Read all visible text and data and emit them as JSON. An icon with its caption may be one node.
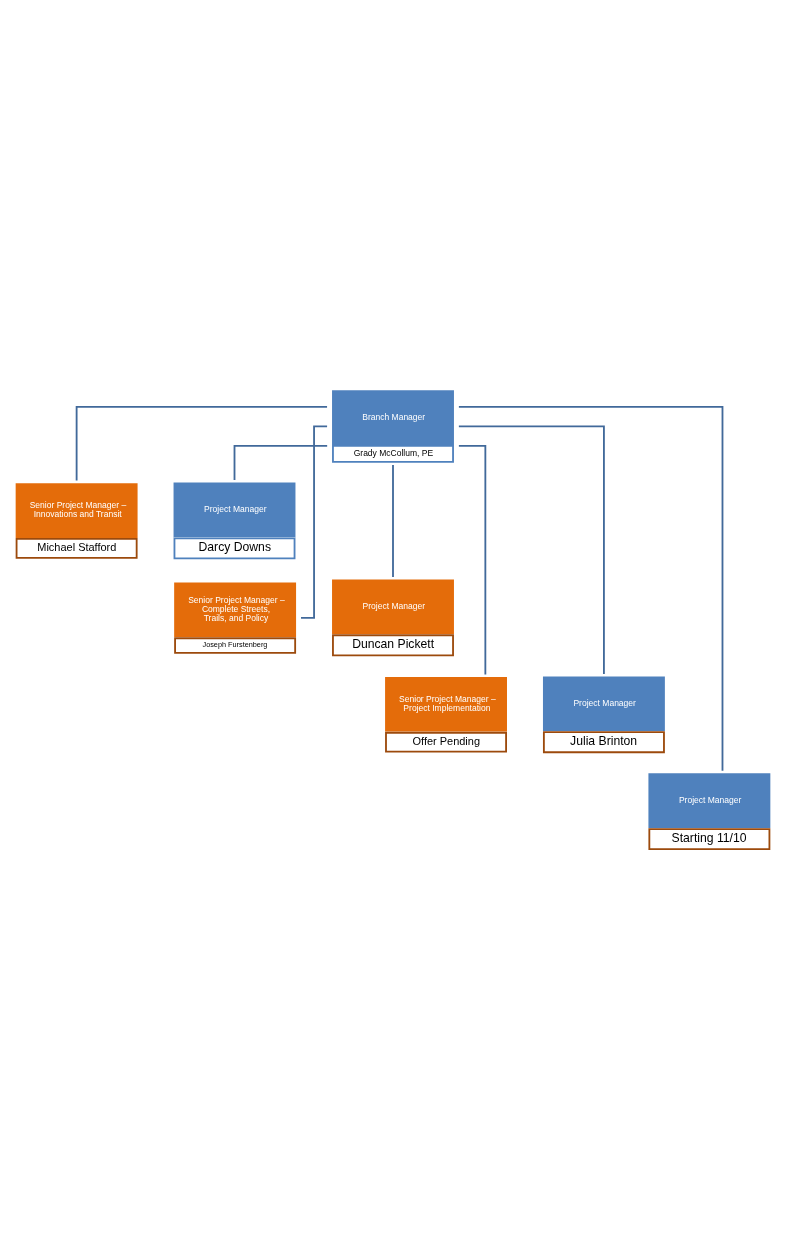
{
  "diagram": {
    "nodes": [
      {
        "text": [
          "Branch Manager",
          "Grady McCollum, PE"
        ]
      },
      {
        "text": [
          "Senior Project Manager – Innovations and Transit",
          "Michael Stafford"
        ]
      },
      {
        "text": [
          "Project Manager",
          "Darcy Downs"
        ]
      },
      {
        "text": [
          "Senior Project Manager – Complete Streets, Trails, and Policy",
          "Joseph Furstenberg"
        ]
      },
      {
        "text": [
          "Project Manager",
          "Duncan Pickett"
        ]
      },
      {
        "text": [
          "Senior Project Manager – Project Implementation",
          "Offer Pending"
        ]
      },
      {
        "text": [
          "Project Manager",
          "Julia Brinton"
        ]
      },
      {
        "text": [
          "Project Manager",
          "Starting 11/10"
        ]
      }
    ],
    "edges": [
      {
        "from": 0,
        "to": 1,
        "arrow": "none"
      },
      {
        "from": 0,
        "to": 2,
        "arrow": "none"
      },
      {
        "from": 0,
        "to": 3,
        "arrow": "none"
      },
      {
        "from": 0,
        "to": 4,
        "arrow": "none"
      },
      {
        "from": 0,
        "to": 5,
        "arrow": "none"
      },
      {
        "from": 0,
        "to": 6,
        "arrow": "none"
      },
      {
        "from": 0,
        "to": 7,
        "arrow": "none"
      }
    ]
  }
}
